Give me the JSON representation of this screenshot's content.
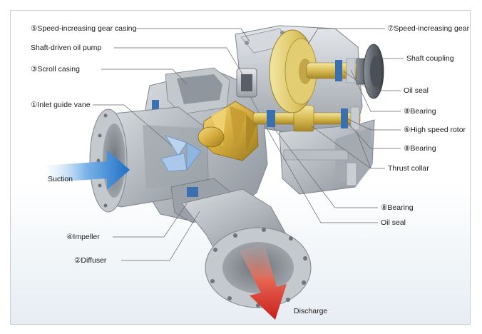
{
  "labels": {
    "gear_casing": "⑤Speed-increasing gear casing",
    "oil_pump": "Shaft-driven oil pump",
    "scroll_casing": "③Scroll casing",
    "inlet_guide_vane": "①Inlet guide vane",
    "suction": "Suction",
    "impeller": "④Impeller",
    "diffuser": "②Diffuser",
    "speed_gear": "⑦Speed-increasing gear",
    "shaft_coupling": "Shaft coupling",
    "oil_seal_top": "Oil seal",
    "bearing_1": "⑧Bearing",
    "high_speed_rotor": "⑥High speed rotor",
    "bearing_2": "⑧Bearing",
    "thrust_collar": "Thrust collar",
    "bearing_3": "⑧Bearing",
    "oil_seal_bottom": "Oil seal",
    "discharge": "Discharge"
  },
  "colors": {
    "casing": "#b7bcc2",
    "casing_dark": "#7d848c",
    "impeller_gold": "#d8b44a",
    "gear_yellow": "#e6d27a",
    "suction_blue": "#2c7fd0",
    "discharge_red": "#d4322a",
    "leader": "#666666"
  },
  "icons": [
    "suction-arrow-icon",
    "discharge-arrow-icon"
  ]
}
